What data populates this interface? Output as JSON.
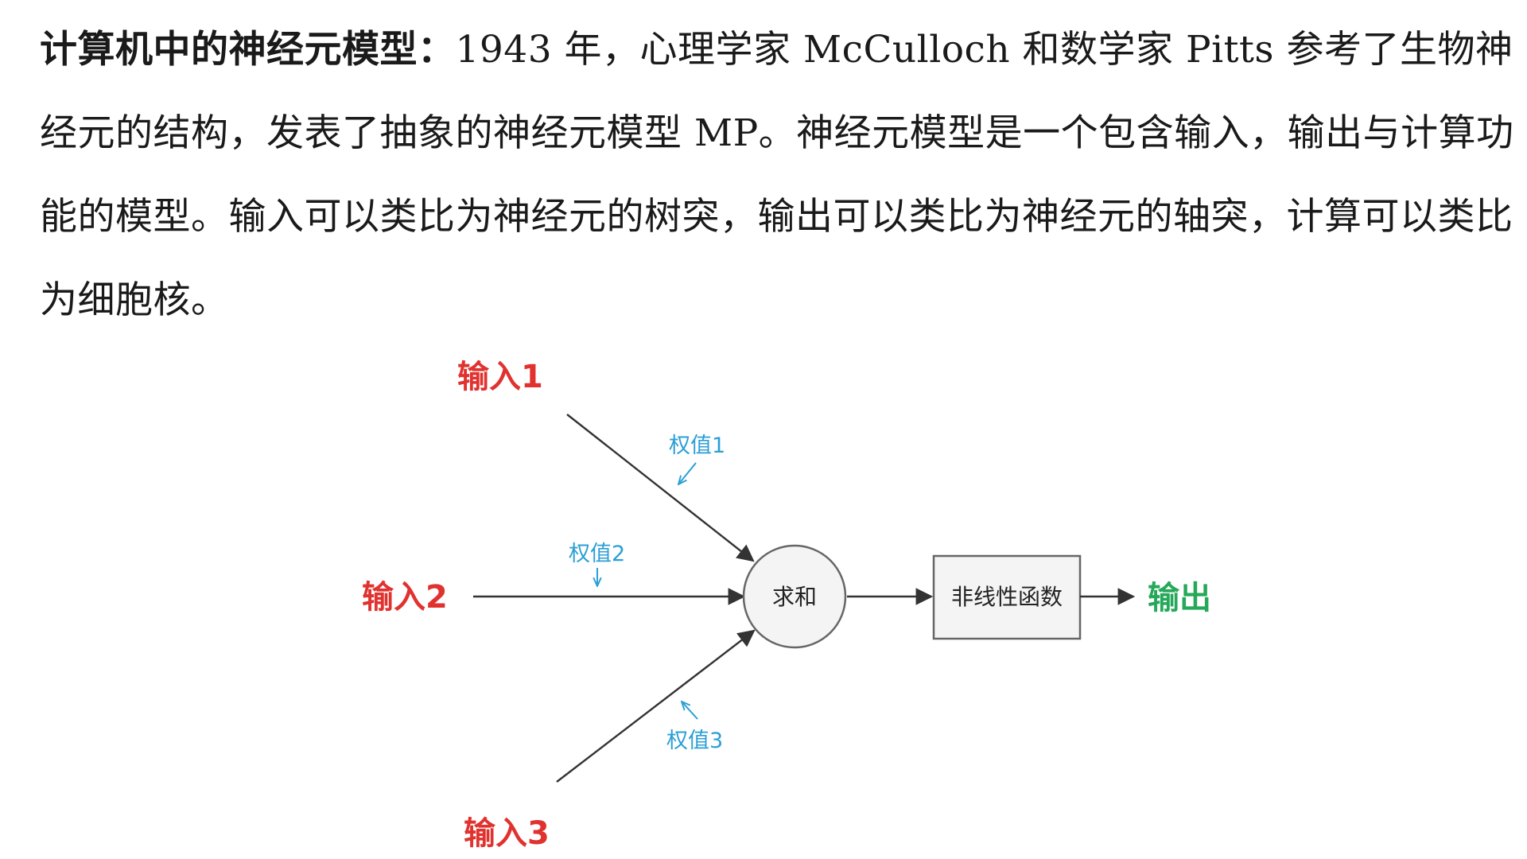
{
  "paragraph": {
    "lead": "计算机中的神经元模型：",
    "body": "1943 年，心理学家 McCulloch 和数学家 Pitts 参考了生物神经元的结构，发表了抽象的神经元模型 MP。神经元模型是一个包含输入，输出与计算功能的模型。输入可以类比为神经元的树突，输出可以类比为神经元的轴突，计算可以类比为细胞核。"
  },
  "diagram": {
    "inputs": [
      "输入1",
      "输入2",
      "输入3"
    ],
    "weights": [
      "权值1",
      "权值2",
      "权值3"
    ],
    "sum_node": "求和",
    "activation_box": "非线性函数",
    "output": "输出",
    "colors": {
      "input": "#e0322f",
      "weight": "#2b9fd6",
      "output": "#25a85a",
      "line": "#333333"
    }
  }
}
